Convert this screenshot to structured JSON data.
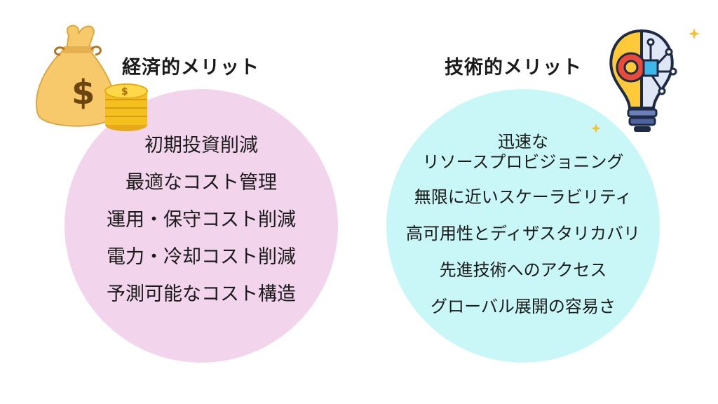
{
  "economic": {
    "heading": "経済的メリット",
    "items": [
      "初期投資削減",
      "最適なコスト管理",
      "運用・保守コスト削減",
      "電力・冷却コスト削減",
      "予測可能なコスト構造"
    ],
    "circle_color": "#f2d4ec",
    "icon": "money-bag-coins-icon"
  },
  "technical": {
    "heading": "技術的メリット",
    "items": [
      [
        "迅速な",
        "リソースプロビジョニング"
      ],
      [
        "無限に近いスケーラビリティ"
      ],
      [
        "高可用性とディザスタリカバリ"
      ],
      [
        "先進技術へのアクセス"
      ],
      [
        "グローバル展開の容易さ"
      ]
    ],
    "circle_color": "#c9f7f7",
    "icon": "tech-lightbulb-icon"
  }
}
